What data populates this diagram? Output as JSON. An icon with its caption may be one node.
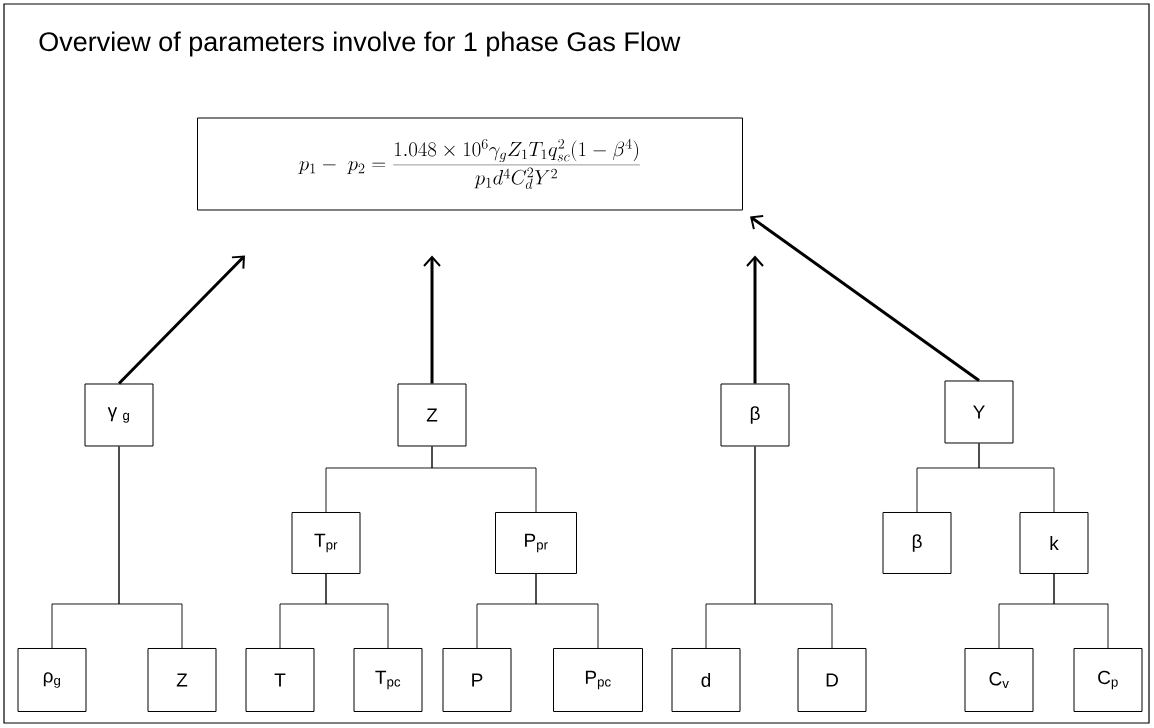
{
  "diagram": {
    "title": "Overview of parameters involve for 1 phase Gas Flow",
    "nodes": [
      {
        "text": [
          "p_1 - \\; p_2 = \\frac{1.048 \\times 10^6 \\gamma_g Z_1 T_1 q_{sc}^2 (1-\\beta^4)}{p_1 d^4 C_d^2 Y^2}"
        ]
      },
      {
        "text": [
          "γ $_{g}$"
        ]
      },
      {
        "text": [
          "Z"
        ]
      },
      {
        "text": [
          "β"
        ]
      },
      {
        "text": [
          "Y"
        ]
      },
      {
        "text": [
          "T$_{pr}$"
        ]
      },
      {
        "text": [
          "P$_{pr}$"
        ]
      },
      {
        "text": [
          "β"
        ]
      },
      {
        "text": [
          "k"
        ]
      },
      {
        "text": [
          "ρ$_{g}$"
        ]
      },
      {
        "text": [
          "Z"
        ]
      },
      {
        "text": [
          "T"
        ]
      },
      {
        "text": [
          "T$_{pc}$"
        ]
      },
      {
        "text": [
          "P"
        ]
      },
      {
        "text": [
          "P$_{pc}$"
        ]
      },
      {
        "text": [
          "d"
        ]
      },
      {
        "text": [
          "D"
        ]
      },
      {
        "text": [
          "C$_{v}$"
        ]
      },
      {
        "text": [
          "C$_{p}$"
        ]
      }
    ],
    "edges": [
      {
        "from": 1,
        "to": 0,
        "arrow": "to",
        "style": "thick"
      },
      {
        "from": 2,
        "to": 0,
        "arrow": "to",
        "style": "thick"
      },
      {
        "from": 3,
        "to": 0,
        "arrow": "to",
        "style": "thick"
      },
      {
        "from": 4,
        "to": 0,
        "arrow": "to",
        "style": "thick"
      },
      {
        "from": 1,
        "to": 9,
        "arrow": "none"
      },
      {
        "from": 1,
        "to": 10,
        "arrow": "none"
      },
      {
        "from": 2,
        "to": 5,
        "arrow": "none"
      },
      {
        "from": 2,
        "to": 6,
        "arrow": "none"
      },
      {
        "from": 5,
        "to": 11,
        "arrow": "none"
      },
      {
        "from": 5,
        "to": 12,
        "arrow": "none"
      },
      {
        "from": 6,
        "to": 13,
        "arrow": "none"
      },
      {
        "from": 6,
        "to": 14,
        "arrow": "none"
      },
      {
        "from": 3,
        "to": 15,
        "arrow": "none"
      },
      {
        "from": 3,
        "to": 16,
        "arrow": "none"
      },
      {
        "from": 4,
        "to": 7,
        "arrow": "none"
      },
      {
        "from": 4,
        "to": 8,
        "arrow": "none"
      },
      {
        "from": 8,
        "to": 17,
        "arrow": "none"
      },
      {
        "from": 8,
        "to": 18,
        "arrow": "none"
      }
    ]
  }
}
